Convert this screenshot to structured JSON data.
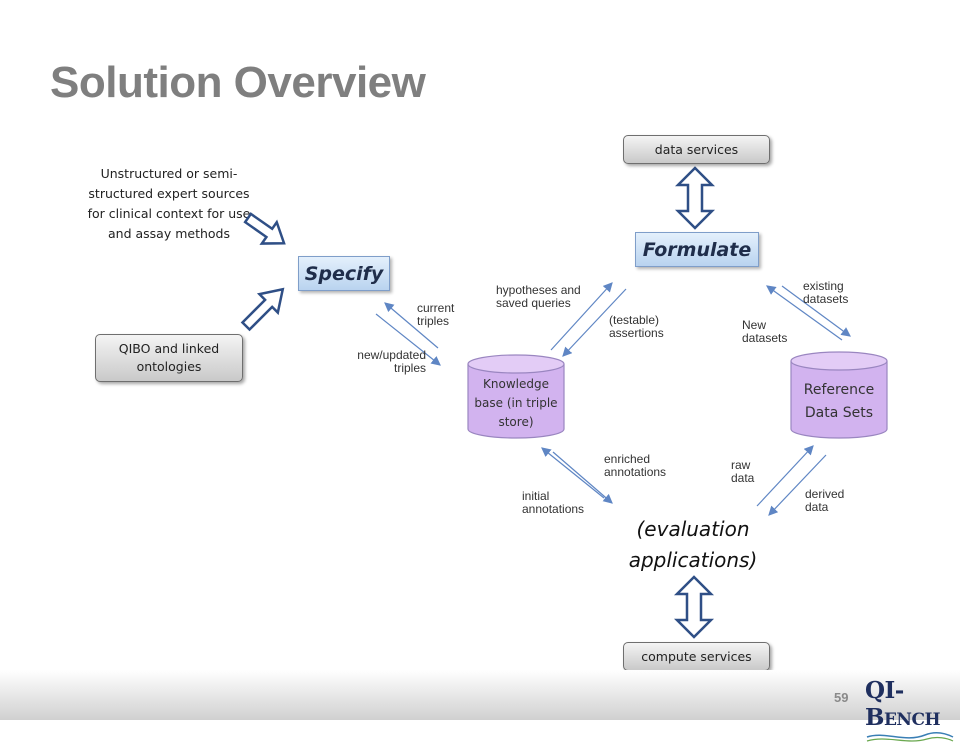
{
  "slide": {
    "title": "Solution Overview",
    "page_number": "59"
  },
  "sources_note": {
    "lines": [
      "Unstructured or semi-",
      "structured expert sources",
      "for clinical context for use",
      "and assay methods"
    ]
  },
  "nodes": {
    "qibo": {
      "lines": [
        "QIBO and linked",
        "ontologies"
      ]
    },
    "specify": "Specify",
    "formulate": "Formulate",
    "data_services": "data services",
    "compute_services": "compute services",
    "knowledge_base": {
      "lines": [
        "Knowledge",
        "base (in triple",
        "store)"
      ]
    },
    "reference_data": {
      "lines": [
        "Reference",
        "Data Sets"
      ]
    },
    "evaluation": {
      "lines": [
        "(evaluation",
        "applications)"
      ]
    }
  },
  "edge_labels": {
    "current_triples": {
      "lines": [
        "current",
        "triples"
      ]
    },
    "new_updated_triples": {
      "lines": [
        "new/updated",
        "triples"
      ]
    },
    "hypotheses": {
      "lines": [
        "hypotheses and",
        "saved queries"
      ]
    },
    "testable_assertions": {
      "lines": [
        "(testable)",
        "assertions"
      ]
    },
    "existing_datasets": {
      "lines": [
        "existing",
        "datasets"
      ]
    },
    "new_datasets": {
      "lines": [
        "New",
        "datasets"
      ]
    },
    "enriched_annotations": {
      "lines": [
        "enriched",
        "annotations"
      ]
    },
    "initial_annotations": {
      "lines": [
        "initial",
        "annotations"
      ]
    },
    "raw_data": {
      "lines": [
        "raw",
        "data"
      ]
    },
    "derived_data": {
      "lines": [
        "derived",
        "data"
      ]
    }
  },
  "logo": {
    "text_main": "QI-B",
    "text_small": "ENCH",
    "alt_text": "QI-Bench logo"
  },
  "colors": {
    "title": "#7f7f7f",
    "arrow_blue": "#5f86c4",
    "chip_fill": "#c9ddf3",
    "cylinder_fill": "#d2b3ef",
    "cylinder_border": "#9a86c0"
  }
}
